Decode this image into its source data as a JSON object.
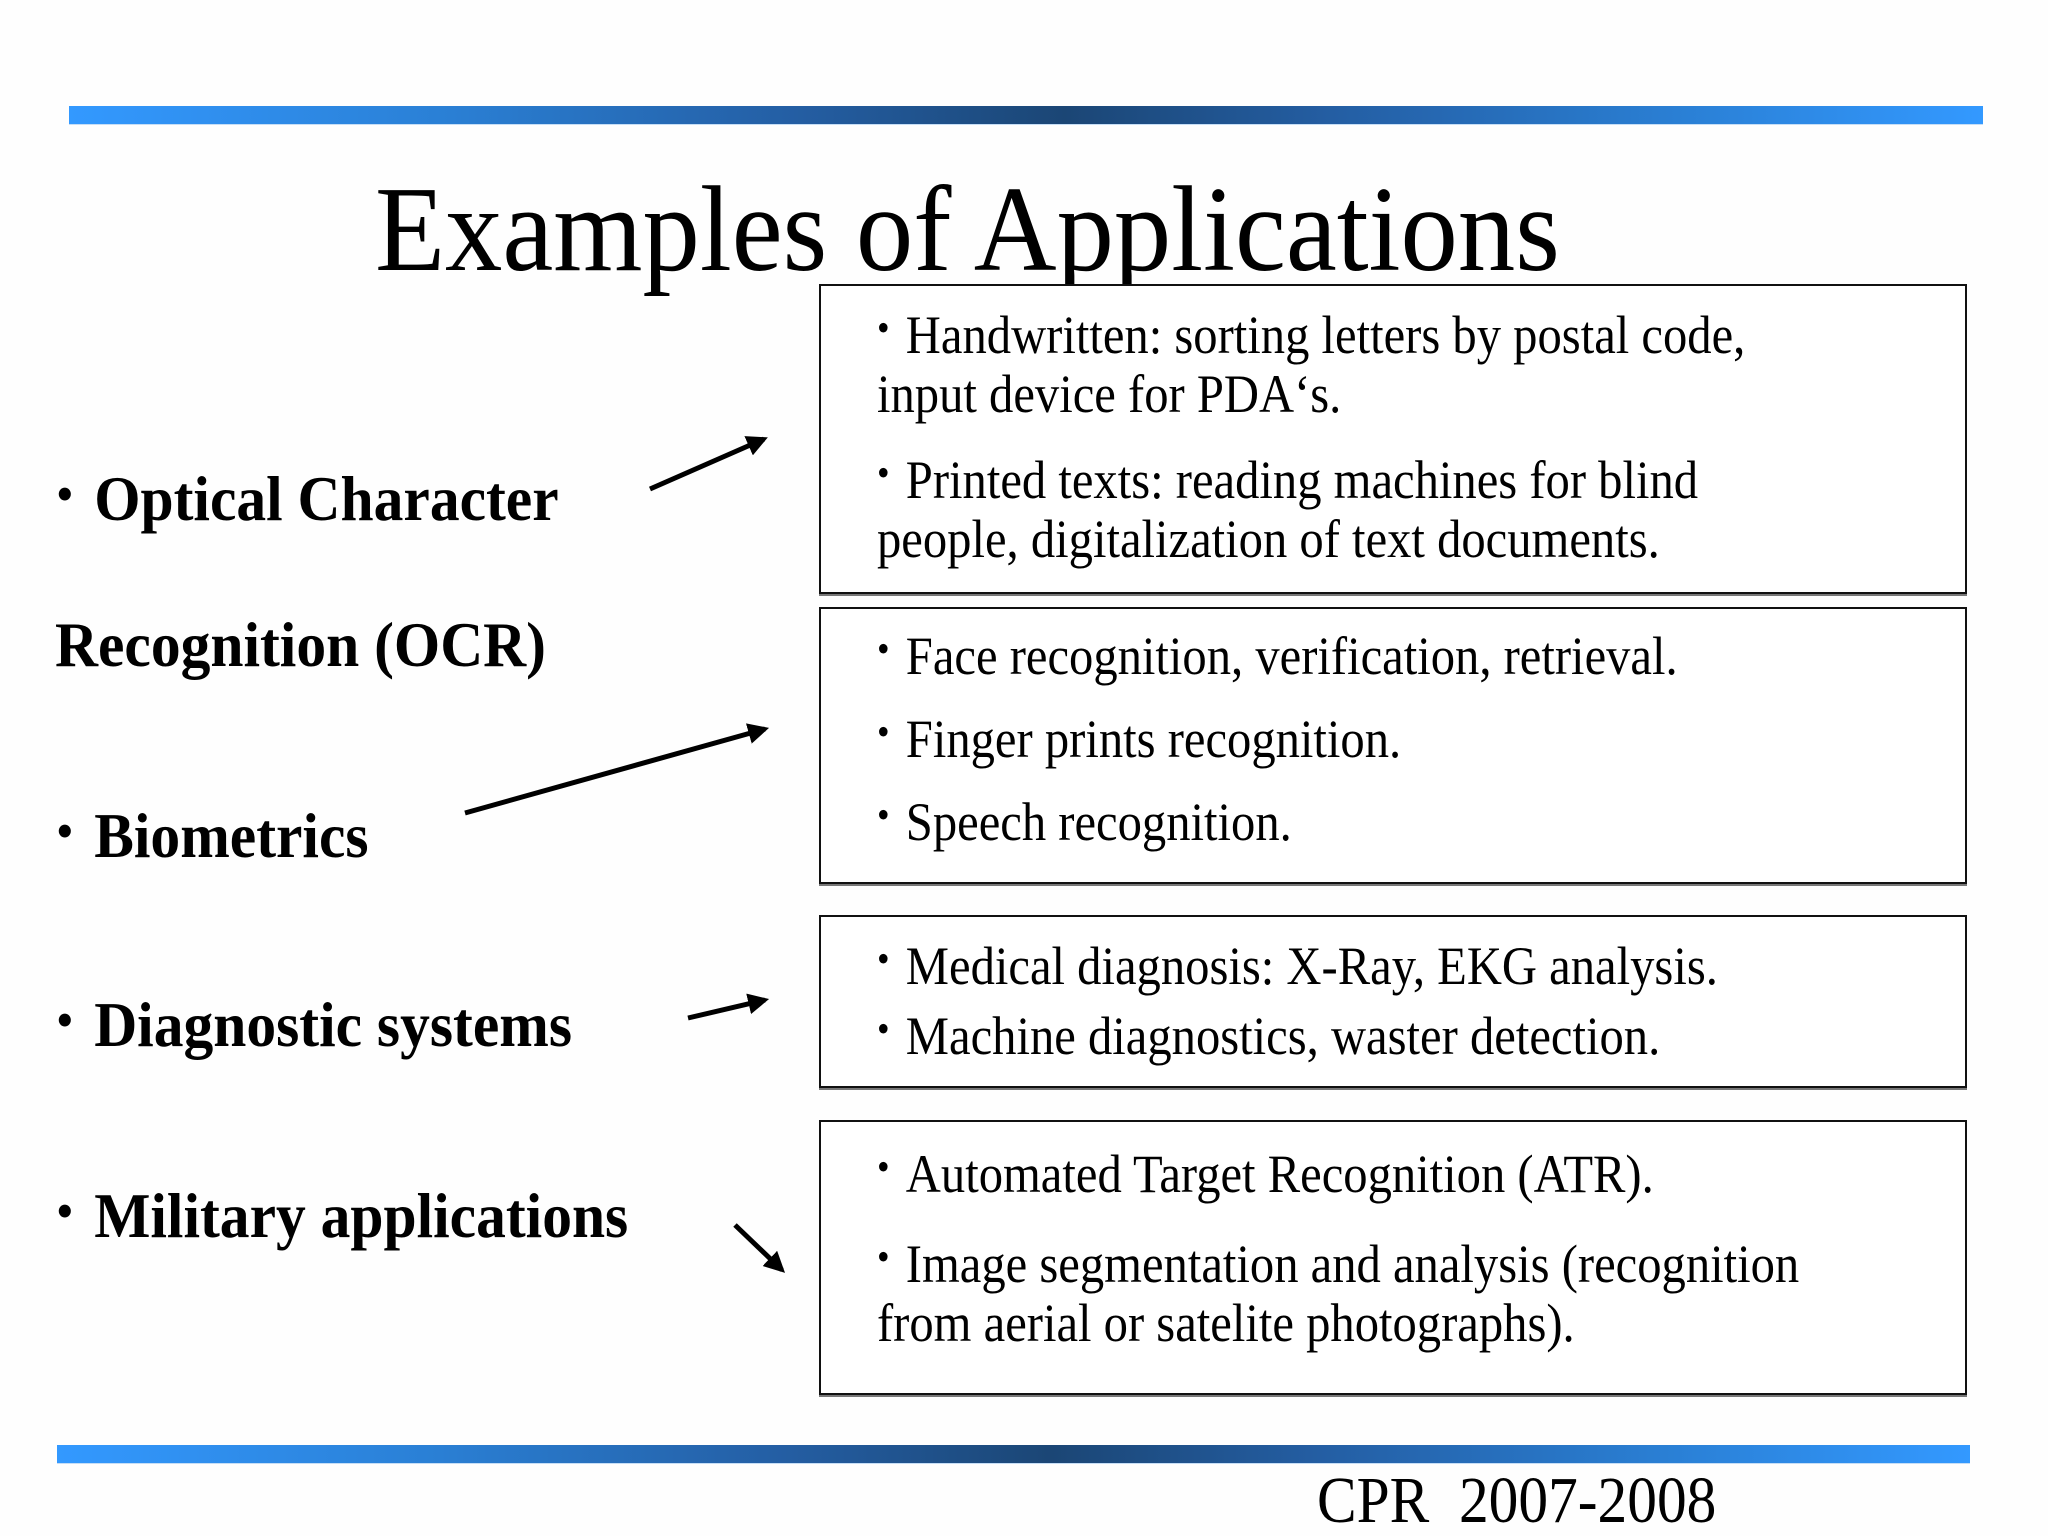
{
  "slide": {
    "title": "Examples of Applications",
    "footer": "CPR  2007-2008",
    "colors": {
      "bar_edge": "#3399ff",
      "bar_center": "#1b4675",
      "text": "#000000",
      "box_border": "#111111"
    },
    "categories": [
      {
        "label_lines": [
          "Optical Character",
          "Recognition (OCR)"
        ],
        "bullet": "•",
        "arrow_icon": "arrow-up-right-icon",
        "details": [
          {
            "lines": [
              "Handwritten: sorting letters by postal code,",
              "input device for PDA‘s."
            ]
          },
          {
            "lines": [
              "Printed texts: reading machines for blind",
              "people, digitalization of  text documents."
            ]
          }
        ]
      },
      {
        "label_lines": [
          "Biometrics"
        ],
        "bullet": "•",
        "arrow_icon": "arrow-up-right-icon",
        "details": [
          {
            "lines": [
              "Face recognition, verification, retrieval."
            ]
          },
          {
            "lines": [
              "Finger prints recognition."
            ]
          },
          {
            "lines": [
              "Speech recognition."
            ]
          }
        ]
      },
      {
        "label_lines": [
          "Diagnostic systems"
        ],
        "bullet": "•",
        "arrow_icon": "arrow-right-icon",
        "details": [
          {
            "lines": [
              "Medical diagnosis: X-Ray, EKG analysis."
            ]
          },
          {
            "lines": [
              "Machine diagnostics, waster detection."
            ]
          }
        ]
      },
      {
        "label_lines": [
          "Military applications"
        ],
        "bullet": "•",
        "arrow_icon": "arrow-down-right-icon",
        "details": [
          {
            "lines": [
              "Automated Target Recognition (ATR)."
            ]
          },
          {
            "lines": [
              "Image segmentation and analysis (recognition",
              "from aerial or satelite photographs)."
            ]
          }
        ]
      }
    ]
  }
}
